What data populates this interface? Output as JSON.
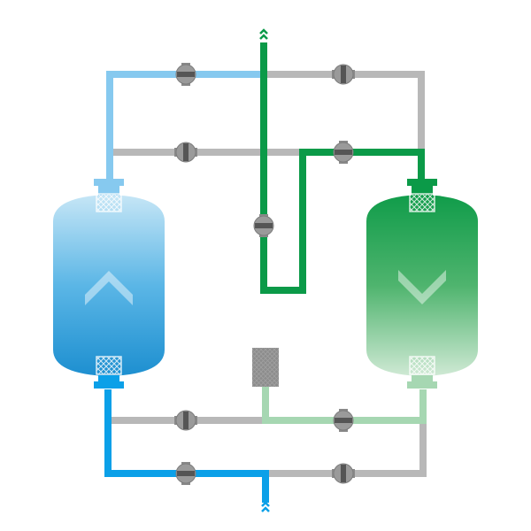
{
  "diagram": {
    "colors": {
      "inlet_blue": "#0ba0e8",
      "light_blue": "#86c9ef",
      "outlet_green": "#0b9a48",
      "light_green": "#a6d7b2",
      "inactive_gray": "#b8b8b8",
      "valve_body": "#9a9a9a",
      "valve_bar": "#555555",
      "muffler": "#8c8c8c"
    },
    "tanks": [
      {
        "name": "left-tower",
        "mode": "drying",
        "arrow": "up"
      },
      {
        "name": "right-tower",
        "mode": "regenerating",
        "arrow": "down"
      }
    ],
    "valves": [
      {
        "name": "top-left-valve",
        "state": "open"
      },
      {
        "name": "top-right-valve",
        "state": "closed"
      },
      {
        "name": "upper-left-valve",
        "state": "closed"
      },
      {
        "name": "upper-right-valve",
        "state": "open"
      },
      {
        "name": "center-valve",
        "state": "open"
      },
      {
        "name": "lower-left-valve",
        "state": "closed"
      },
      {
        "name": "lower-right-valve",
        "state": "open"
      },
      {
        "name": "bottom-left-valve",
        "state": "open"
      },
      {
        "name": "bottom-right-valve",
        "state": "closed"
      }
    ]
  }
}
